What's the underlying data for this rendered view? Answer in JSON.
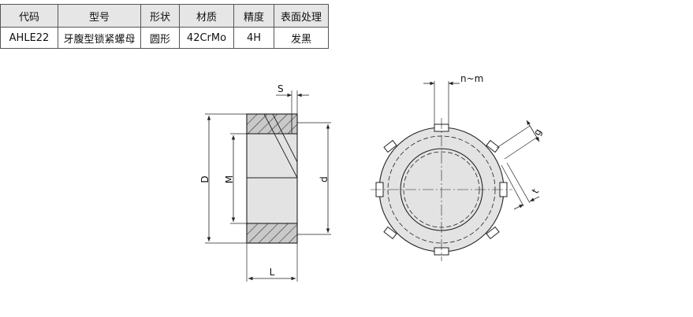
{
  "table": {
    "headers": [
      "代码",
      "型号",
      "形状",
      "材质",
      "精度",
      "表面处理"
    ],
    "row": [
      "AHLE22",
      "牙腹型锁紧螺母",
      "圆形",
      "42CrMo",
      "4H",
      "发黑"
    ]
  },
  "drawing": {
    "dim_S": "S",
    "dim_D": "D",
    "dim_M": "M",
    "dim_d": "d",
    "dim_L": "L",
    "dim_nm": "n~m",
    "dim_g": "g",
    "dim_t": "t"
  },
  "colors": {
    "part_fill": "#e3e3e3",
    "hatch_fill": "#c9c9c9",
    "line": "#222222",
    "header_bg": "#e6e6e6"
  }
}
